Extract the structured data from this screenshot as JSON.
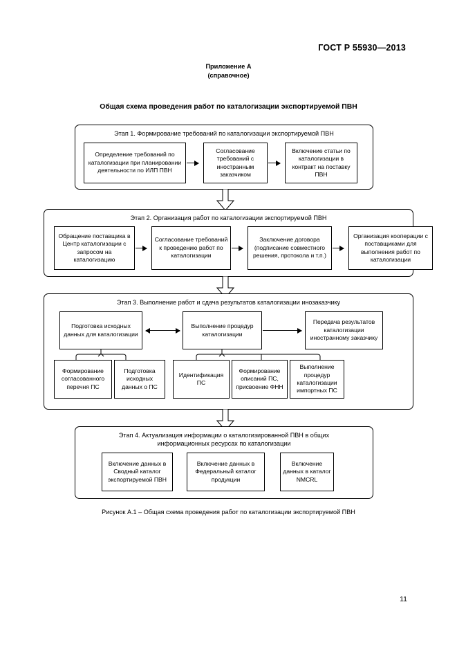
{
  "document": {
    "standard_header": "ГОСТ Р 55930—2013",
    "annex_label": "Приложение А",
    "annex_kind": "(справочное)",
    "figure_title": "Общая схема проведения работ по каталогизации экспортируемой ПВН",
    "figure_caption": "Рисунок А.1 – Общая схема проведения работ по каталогизации экспортируемой ПВН",
    "page_number": "11"
  },
  "stages": [
    {
      "id": "stage-1",
      "title_line1": "Этап 1. Формирование требований по каталогизации экспортируемой ПВН",
      "title_line2": "",
      "boxes": [
        {
          "id": "s1-b1",
          "text": "Определение требований по каталогизации при планировании деятельности по ИЛП ПВН"
        },
        {
          "id": "s1-b2",
          "text": "Согласование требований  с иностранным заказчиком"
        },
        {
          "id": "s1-b3",
          "text": "Включение статьи по каталогизации в контракт на поставку ПВН"
        }
      ]
    },
    {
      "id": "stage-2",
      "title_line1": "Этап 2. Организация работ по каталогизации экспортируемой ПВН",
      "title_line2": "",
      "boxes": [
        {
          "id": "s2-b1",
          "text": "Обращение поставщика в Центр каталогизации с запросом на каталогизацию"
        },
        {
          "id": "s2-b2",
          "text": "Согласование требований к проведению работ по каталогизации"
        },
        {
          "id": "s2-b3",
          "text": "Заключение договора (подписание совместного решения, протокола и т.п.)"
        },
        {
          "id": "s2-b4",
          "text": "Организация кооперации с поставщиками для выполнения работ по каталогизации"
        }
      ]
    },
    {
      "id": "stage-3",
      "title_line1": "Этап 3. Выполнение работ и сдача результатов каталогизации инозаказчику",
      "title_line2": "",
      "boxes": [
        {
          "id": "s3-b1",
          "text": "Подготовка исходных данных для каталогизации"
        },
        {
          "id": "s3-b2",
          "text": "Выполнение процедур каталогизации"
        },
        {
          "id": "s3-b3",
          "text": "Передача результатов каталогизации иностранному заказчику"
        }
      ],
      "subboxes": [
        {
          "id": "s3-s1",
          "text": "Формирование согласованного перечня ПС"
        },
        {
          "id": "s3-s2",
          "text": "Подготовка исходных данных о ПС"
        },
        {
          "id": "s3-s3",
          "text": "Идентификация ПС"
        },
        {
          "id": "s3-s4",
          "text": "Формирование описаний ПС, присвоение ФНН"
        },
        {
          "id": "s3-s5",
          "text": "Выполнение процедур каталогизации импортных ПС"
        }
      ]
    },
    {
      "id": "stage-4",
      "title_line1": "Этап 4. Актуализация информации о каталогизированной ПВН в общих",
      "title_line2": "информационных ресурсах по каталогизации",
      "boxes": [
        {
          "id": "s4-b1",
          "text": "Включение данных в Сводный каталог экспортируемой ПВН"
        },
        {
          "id": "s4-b2",
          "text": "Включение данных в Федеральный  каталог продукции"
        },
        {
          "id": "s4-b3",
          "text": "Включение данных в каталог NMCRL"
        }
      ]
    }
  ],
  "colors": {
    "ink": "#000000",
    "paper": "#ffffff"
  }
}
